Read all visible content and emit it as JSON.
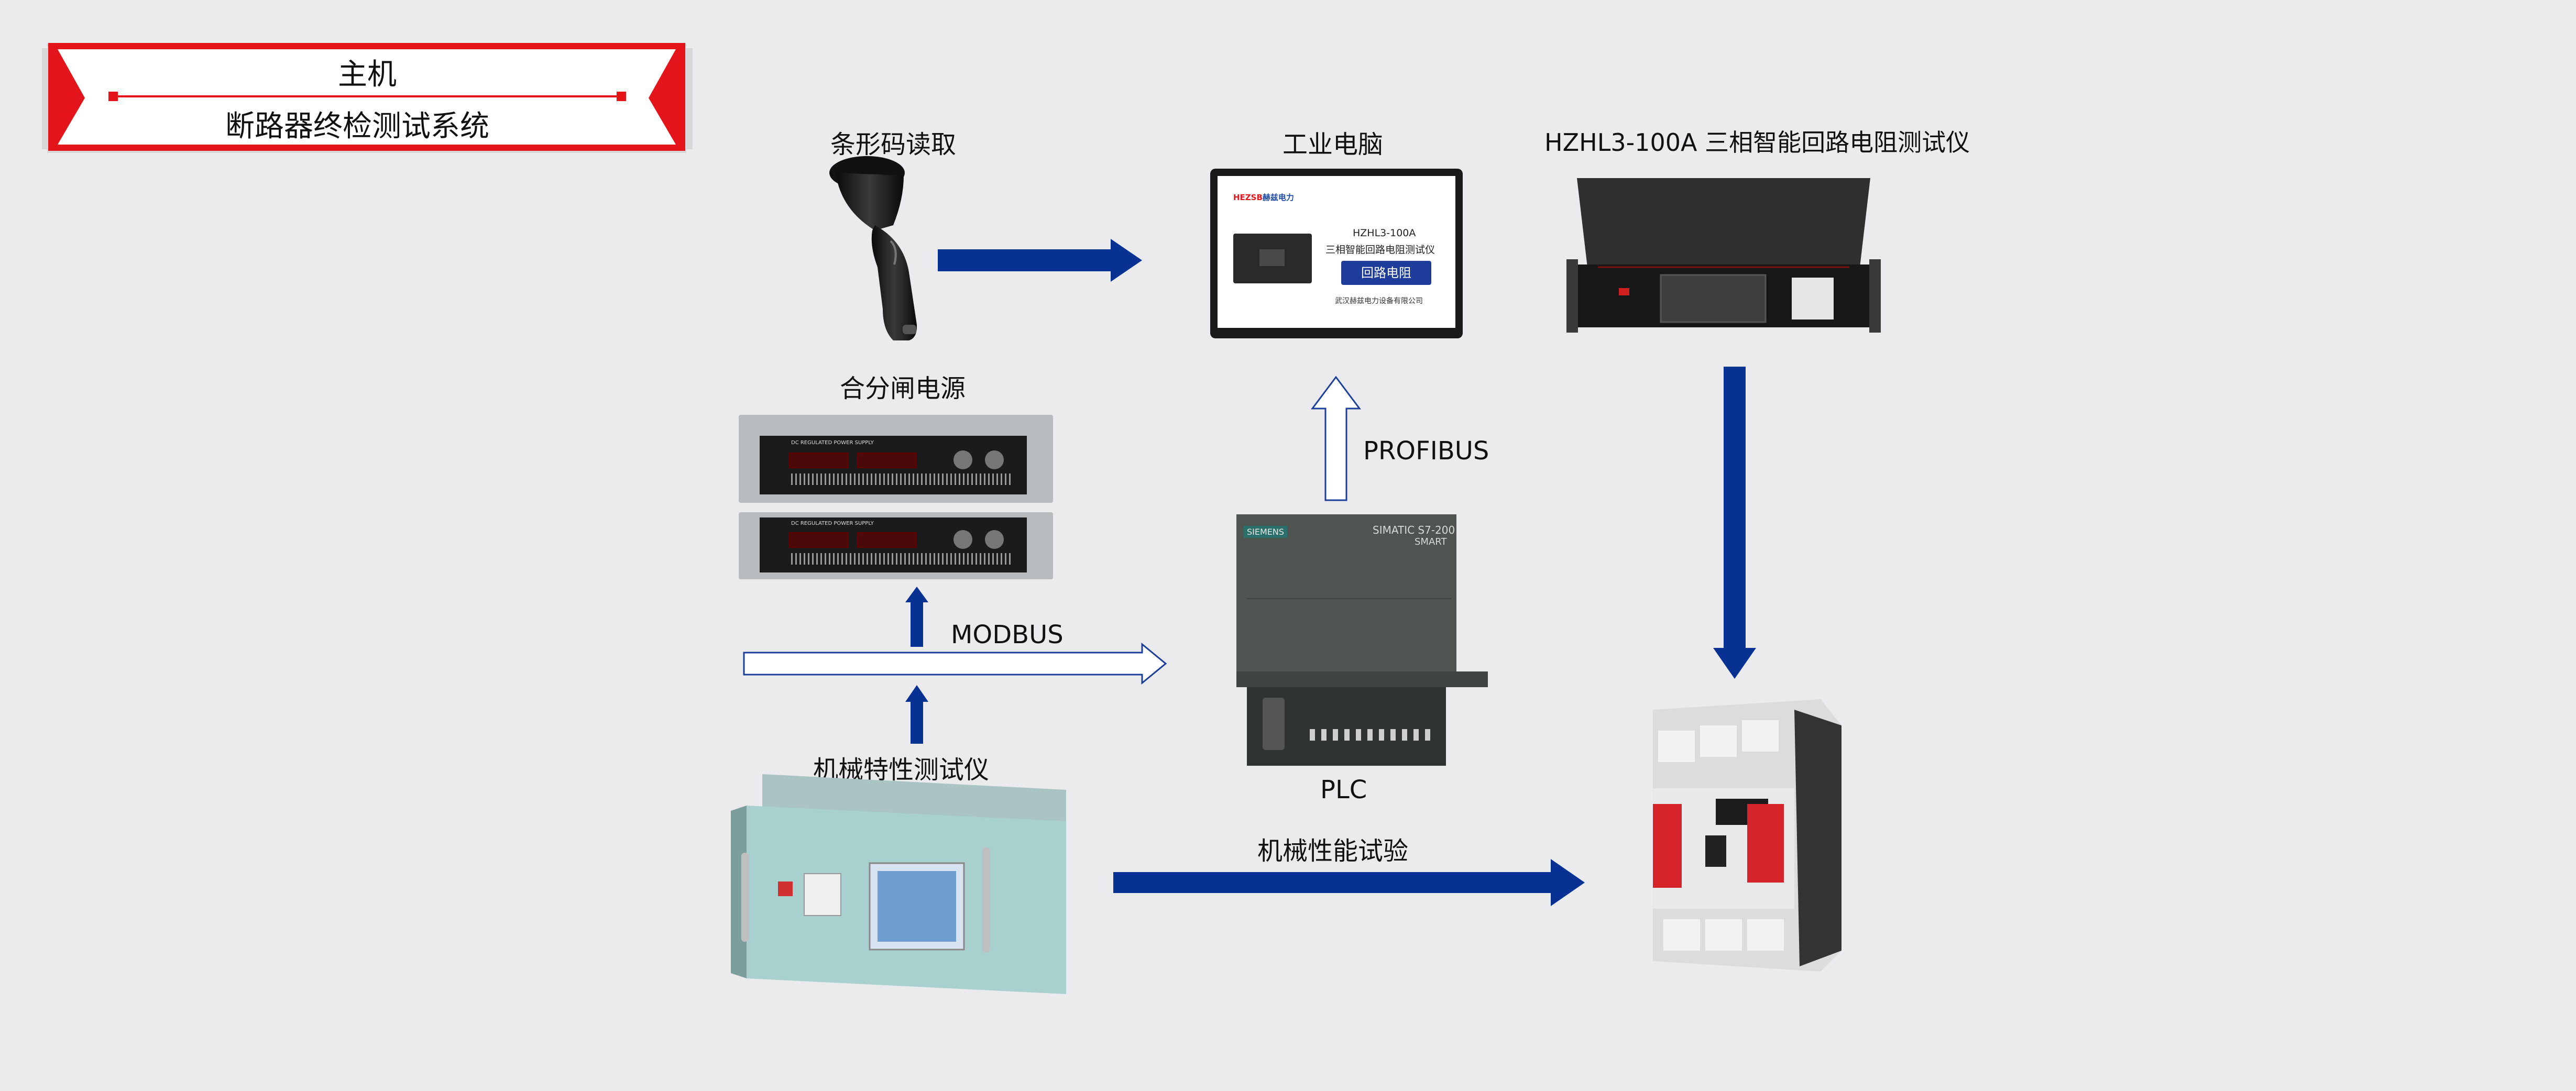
{
  "banner": {
    "title": "主机",
    "subtitle": "断路器终检测试系统"
  },
  "labels": {
    "barcode": "条形码读取",
    "pc": "工业电脑",
    "tester": "HZHL3-100A 三相智能回路电阻测试仪",
    "power": "合分闸电源",
    "profibus": "PROFIBUS",
    "modbus": "MODBUS",
    "plc": "PLC",
    "mech_tester": "机械特性测试仪",
    "mech_test": "机械性能试验"
  },
  "screen": {
    "brand": "HEZSB",
    "brand_cn": "赫兹电力",
    "model": "HZHL3-100A",
    "name": "三相智能回路电阻测试仪",
    "button": "回路电阻",
    "company": "武汉赫兹电力设备有限公司"
  },
  "plc_device": {
    "brand": "SIEMENS",
    "model": "SIMATIC S7-200",
    "series": "SMART"
  },
  "power_supply": {
    "panel_text": "DC REGULATED POWER SUPPLY"
  },
  "colors": {
    "arrow_blue": "#073293",
    "banner_red": "#e3151b",
    "background": "#ebebed"
  }
}
